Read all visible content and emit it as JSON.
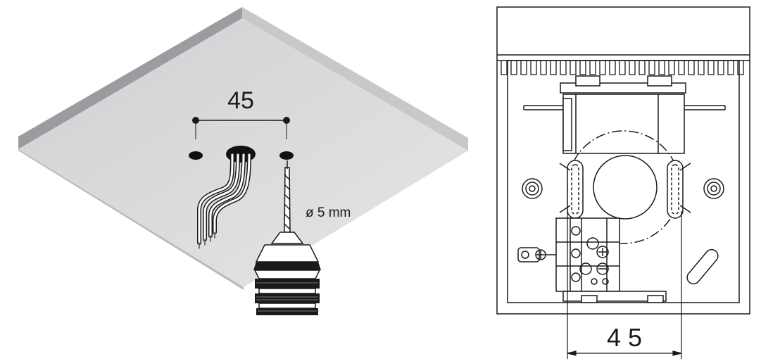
{
  "left_panel": {
    "dimension_label": "45",
    "drill_bit_label": "ø 5 mm"
  },
  "right_panel": {
    "dimension_label": "4 5"
  },
  "colors": {
    "ceiling_top": "#d8dadc",
    "ceiling_side_dark": "#9a9c9f",
    "ceiling_side_light": "#c4c6c8",
    "line": "#1a1a1a"
  }
}
